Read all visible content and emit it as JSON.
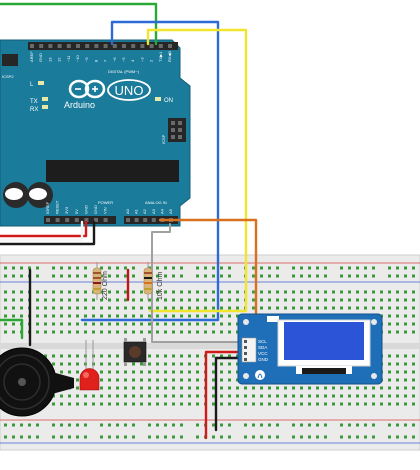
{
  "board": {
    "brand": "Arduino",
    "model": "UNO",
    "icsp2": "ICSP2",
    "icsp": "ICSP",
    "digital_label": "DIGITAL (PWM~)",
    "power_label": "POWER",
    "analog_label": "ANALOG IN",
    "led_l": "L",
    "led_tx": "TX",
    "led_rx": "RX",
    "led_on": "ON",
    "digital_pins": [
      "AREF",
      "GND",
      "13",
      "12",
      "~11",
      "~10",
      "~9",
      "8",
      "7",
      "~6",
      "~5",
      "4",
      "~3",
      "2",
      "TX▶1",
      "RX◀0"
    ],
    "power_pins": [
      "IOREF",
      "RESET",
      "3V3",
      "5V",
      "GND",
      "GND",
      "VIN"
    ],
    "analog_pins": [
      "A0",
      "A1",
      "A2",
      "A3",
      "A4",
      "A5"
    ]
  },
  "resistors": {
    "r1_label": "220 Ohm",
    "r2_label": "10k Ohm"
  },
  "oled": {
    "pins": [
      "SCL",
      "SDA",
      "VCC",
      "GND"
    ]
  },
  "colors": {
    "board": "#1a7b9a",
    "wire_green": "#2aa836",
    "wire_blue": "#2c6bd6",
    "wire_yellow": "#f2e52e",
    "wire_orange": "#d8701e",
    "wire_red": "#d11a1a",
    "wire_black": "#1a1a1a",
    "wire_gray": "#a0a0a0",
    "oled_module": "#1e6fb8",
    "oled_screen": "#2b54d6",
    "breadboard": "#e9e9e9",
    "hole": "#3a9a3a",
    "led": "#e0201a"
  }
}
